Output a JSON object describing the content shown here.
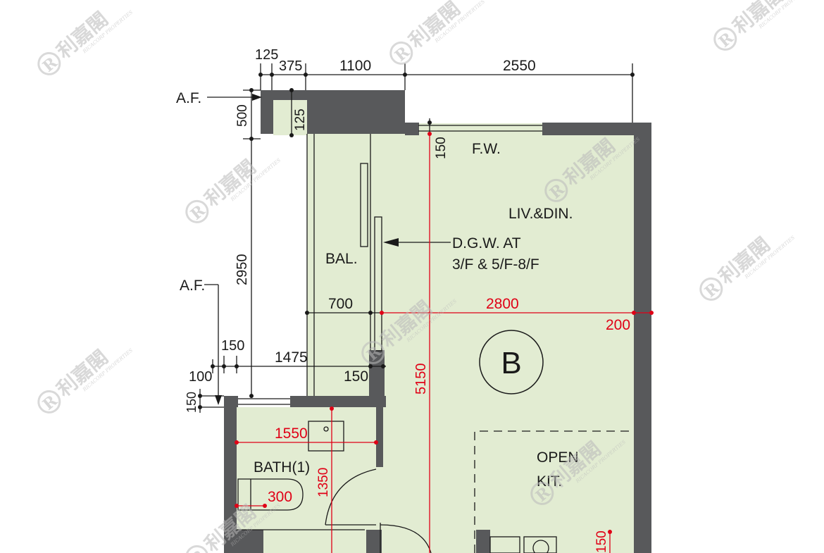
{
  "unit_badge": "B",
  "rooms": {
    "living_dining": "LIV.&DIN.",
    "balcony": "BAL.",
    "bath": "BATH(1)",
    "open_kitchen_line1": "OPEN",
    "open_kitchen_line2": "KIT."
  },
  "annotations": {
    "fixed_window": "F.W.",
    "af_top": "A.F.",
    "af_left": "A.F.",
    "glass_wall_line1": "D.G.W. AT",
    "glass_wall_line2": "3/F & 5/F-8/F"
  },
  "dimensions_black": {
    "top_125": "125",
    "top_375": "375",
    "top_1100": "1100",
    "top_2550": "2550",
    "left_500": "500",
    "left_125": "125",
    "left_2950": "2950",
    "bal_700": "700",
    "left_150": "150",
    "mid_1475": "1475",
    "left_100": "100",
    "mid_150": "150",
    "left_15c": "150"
  },
  "dimensions_red": {
    "win_150": "150",
    "liv_2800": "2800",
    "right_200": "200",
    "vert_5150": "5150",
    "bath_1550": "1550",
    "bath_1350": "1350",
    "bath_300": "300",
    "kit_150": "150"
  },
  "watermark": {
    "mark": "R",
    "chinese": "利嘉閣",
    "english": "RICACORP PROPERTIES"
  },
  "colors": {
    "room_fill": "#e2ecd2",
    "wall": "#58595b",
    "dimension_red": "#e00016",
    "ink": "#1a1a1a"
  }
}
